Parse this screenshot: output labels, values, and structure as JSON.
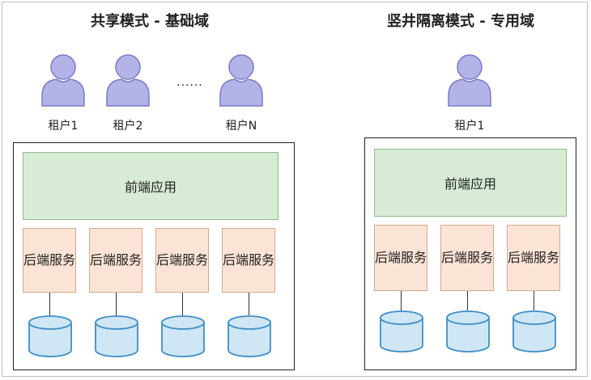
{
  "shared": {
    "title": "共享模式 - 基础域",
    "tenants": [
      "租户1",
      "租户2",
      "租户N"
    ],
    "ellipsis": "......",
    "frontend": "前端应用",
    "services": [
      {
        "line1": "后端",
        "line2": "服务"
      },
      {
        "line1": "后端",
        "line2": "服务"
      },
      {
        "line1": "后端",
        "line2": "服务"
      },
      {
        "line1": "后端",
        "line2": "服务"
      }
    ]
  },
  "isolated": {
    "title": "竖井隔离模式 - 专用域",
    "tenants": [
      "租户1"
    ],
    "frontend": "前端应用",
    "services": [
      {
        "line1": "后端",
        "line2": "服务"
      },
      {
        "line1": "后端",
        "line2": "服务"
      },
      {
        "line1": "后端",
        "line2": "服务"
      }
    ]
  },
  "colors": {
    "user_fill": "#b3b3e8",
    "user_stroke": "#7a7ac4",
    "frontend_fill": "#d7ebd6",
    "service_fill": "#fbe4d5",
    "db_fill": "#cfe6f5",
    "db_stroke": "#3f8fc4"
  },
  "icons": {
    "user": "user-icon",
    "database": "database-icon"
  }
}
